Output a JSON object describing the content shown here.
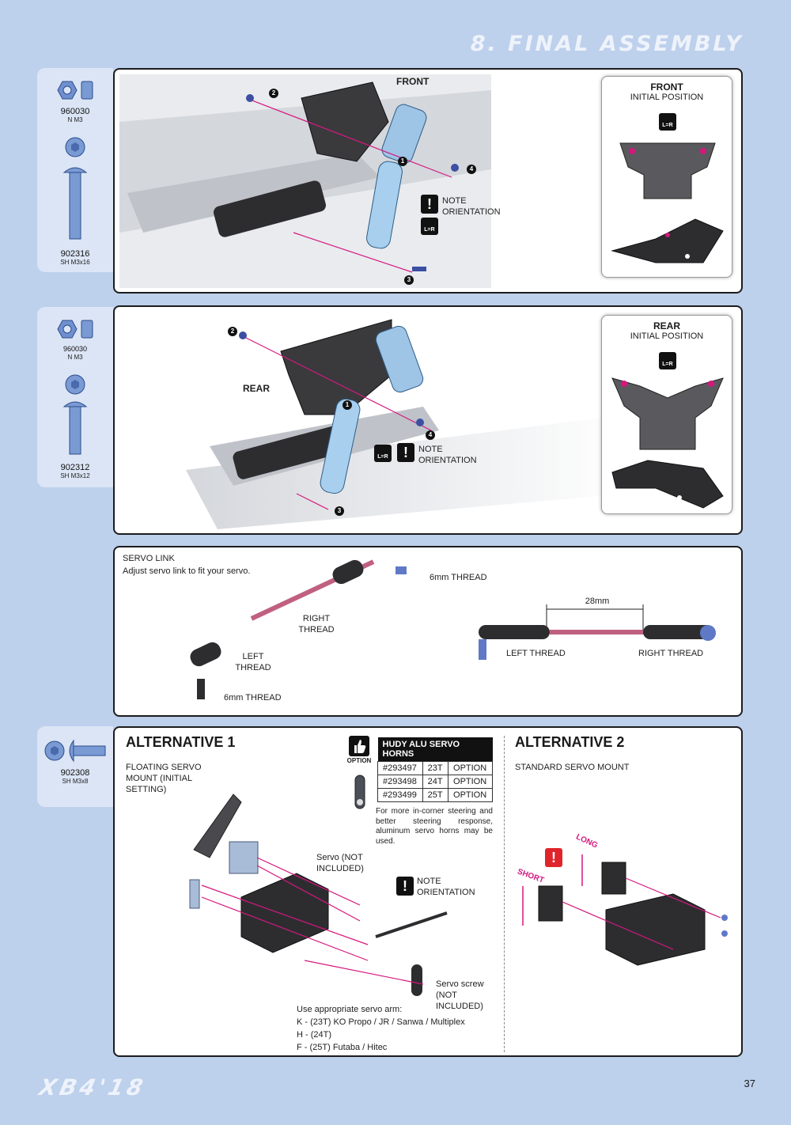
{
  "header": {
    "title": "8. FINAL ASSEMBLY"
  },
  "section1": {
    "parts": [
      {
        "code": "960030",
        "desc": "N M3"
      },
      {
        "code": "902316",
        "desc": "SH M3x16"
      }
    ],
    "front_label": "FRONT",
    "note": "NOTE ORIENTATION",
    "lr": "L=R",
    "steps": [
      "1",
      "2",
      "3",
      "4"
    ],
    "inset": {
      "title": "FRONT",
      "subtitle": "INITIAL POSITION"
    }
  },
  "section2": {
    "parts": [
      {
        "code": "960030",
        "desc": "N M3"
      },
      {
        "code": "902312",
        "desc": "SH M3x12"
      }
    ],
    "rear_label": "REAR",
    "note": "NOTE ORIENTATION",
    "lr": "L=R",
    "steps": [
      "1",
      "2",
      "3",
      "4"
    ],
    "inset": {
      "title": "REAR",
      "subtitle": "INITIAL POSITION"
    }
  },
  "section3": {
    "title": "SERVO LINK",
    "subtitle": "Adjust servo link to fit your servo.",
    "thread_6mm_top": "6mm THREAD",
    "right_thread": "RIGHT THREAD",
    "left_thread": "LEFT THREAD",
    "thread_6mm_bottom": "6mm THREAD",
    "dimension": "28mm",
    "left_thread_2": "LEFT THREAD",
    "right_thread_2": "RIGHT THREAD"
  },
  "section4": {
    "parts": [
      {
        "code": "902308",
        "desc": "SH M3x8"
      }
    ],
    "alt1": {
      "title": "ALTERNATIVE 1",
      "subtitle": "FLOATING SERVO MOUNT (INITIAL SETTING)"
    },
    "option_label": "OPTION",
    "table": {
      "header": "HUDY ALU SERVO HORNS",
      "rows": [
        {
          "code": "#293497",
          "teeth": "23T",
          "type": "OPTION"
        },
        {
          "code": "#293498",
          "teeth": "24T",
          "type": "OPTION"
        },
        {
          "code": "#293499",
          "teeth": "25T",
          "type": "OPTION"
        }
      ]
    },
    "table_note": "For more in-corner steering and better steering response, aluminum servo horns may be used.",
    "servo_label": "Servo (NOT INCLUDED)",
    "note": "NOTE ORIENTATION",
    "servo_screw": "Servo screw (NOT INCLUDED)",
    "arm_note_title": "Use appropriate servo arm:",
    "arm_lines": [
      "K - (23T) KO Propo / JR / Sanwa / Multiplex",
      "H - (24T)",
      "F - (25T) Futaba / Hitec"
    ],
    "alt2": {
      "title": "ALTERNATIVE 2",
      "subtitle": "STANDARD SERVO MOUNT"
    },
    "long": "LONG",
    "short": "SHORT"
  },
  "footer": {
    "logo": "XB4'18",
    "page": "37"
  },
  "colors": {
    "accent": "#d6177e",
    "page_bg": "#bdd0ec",
    "tab_bg": "#dbe5f5"
  }
}
